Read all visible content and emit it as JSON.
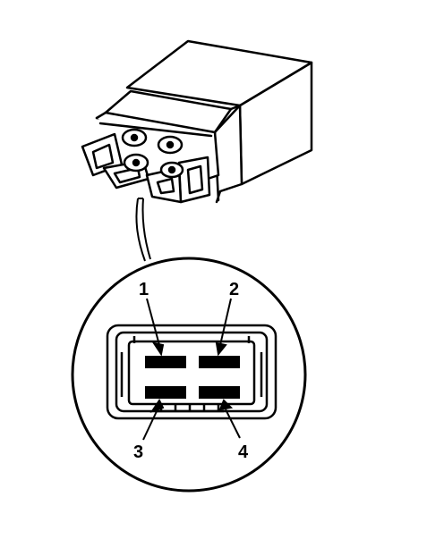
{
  "colors": {
    "line": "#000000",
    "background": "#ffffff"
  },
  "pins": [
    {
      "id": "1",
      "label": "1"
    },
    {
      "id": "2",
      "label": "2"
    },
    {
      "id": "3",
      "label": "3"
    },
    {
      "id": "4",
      "label": "4"
    }
  ]
}
